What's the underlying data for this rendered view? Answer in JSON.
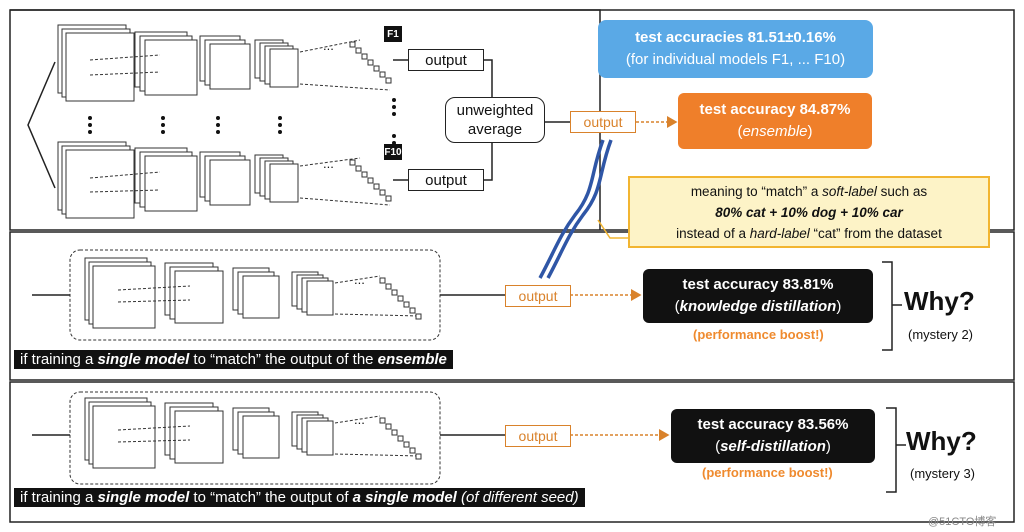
{
  "top": {
    "f_labels": [
      "F1",
      "F10"
    ],
    "output_label": "output",
    "average_label_line1": "unweighted",
    "average_label_line2": "average",
    "ensemble_output_label": "output",
    "blue_box": {
      "line1": "test accuracies 81.51±0.16%",
      "line2": "(for individual models F1, ... F10)"
    },
    "orange_box": {
      "line1": "test accuracy 84.87%",
      "line2": "(ensemble)"
    }
  },
  "yellow_note": {
    "line1_a": "meaning to “match” a ",
    "line1_b": "soft-label",
    "line1_c": " such as",
    "line2": "80% cat + 10% dog + 10% car",
    "line3_a": "instead of a ",
    "line3_b": "hard-label",
    "line3_c": " “cat” from the dataset"
  },
  "kd": {
    "output_label": "output",
    "result_line1": "test accuracy 83.81%",
    "result_line2": "knowledge distillation",
    "boost": "(performance boost!)",
    "why": "Why?",
    "mystery": "(mystery 2)",
    "caption_a": "if training a ",
    "caption_b": "single model",
    "caption_c": " to “match” the output of the ",
    "caption_d": "ensemble"
  },
  "sd": {
    "output_label": "output",
    "result_line1": "test accuracy 83.56%",
    "result_line2": "self-distillation",
    "boost": "(performance boost!)",
    "why": "Why?",
    "mystery": "(mystery 3)",
    "caption_a": "if training a ",
    "caption_b": "single model",
    "caption_c": " to “match” the output of ",
    "caption_d": "a single model",
    "caption_e": " (of different seed)"
  },
  "dots": "...",
  "watermark": "@51CTO博客",
  "colors": {
    "accent_orange": "#ef7f2a",
    "accent_blue": "#5aa9e6",
    "note_yellow": "#fdf3c7",
    "note_border": "#f2b531",
    "boost_text": "#ef8a2e",
    "wave_blue": "#2f56a6"
  }
}
